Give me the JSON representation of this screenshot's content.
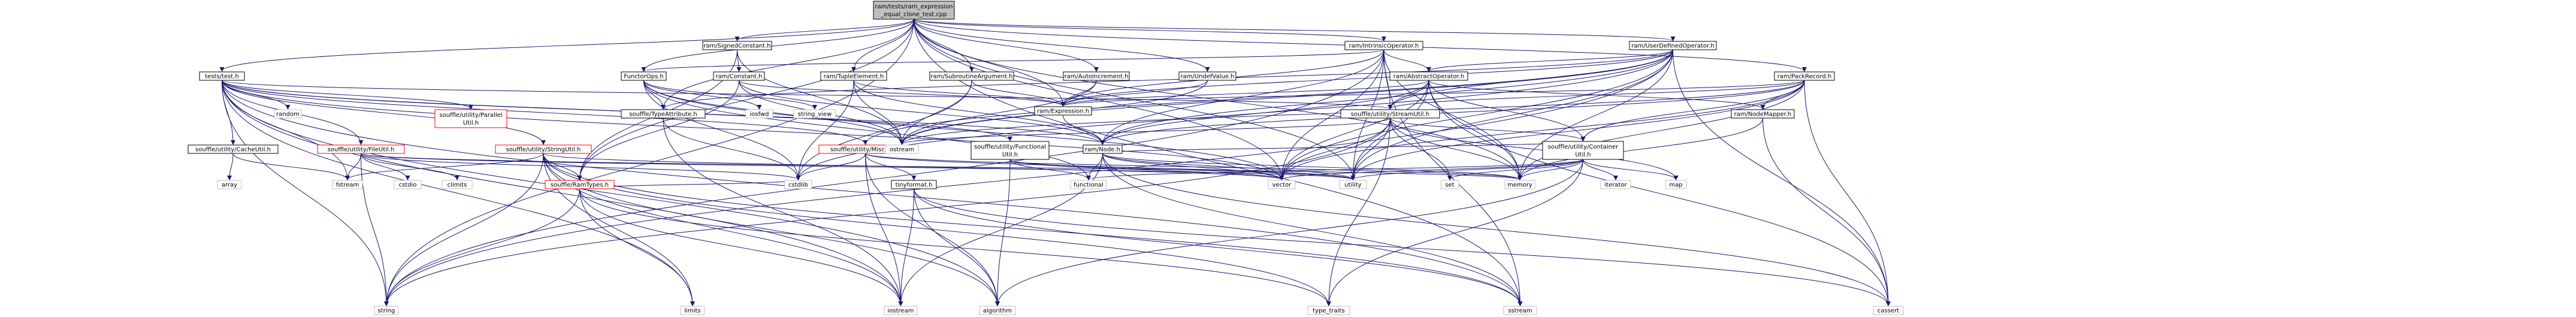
{
  "title": "ram/tests/ram_expression_equal_clone_test.cpp",
  "colors": {
    "edge": "#191970",
    "root_fill": "#bfbfbf",
    "node_border": "#000000",
    "external_border": "#bfbfbf",
    "truncated_border": "#ff0000"
  },
  "nodes": [
    {
      "id": "root",
      "lines": [
        "ram/tests/ram_expression",
        "_equal_clone_test.cpp"
      ],
      "kind": "root"
    },
    {
      "id": "tests_test",
      "lines": [
        "tests/test.h"
      ],
      "kind": "internal"
    },
    {
      "id": "ram_SignedConstant",
      "lines": [
        "ram/SignedConstant.h"
      ],
      "kind": "internal"
    },
    {
      "id": "ram_Constant",
      "lines": [
        "ram/Constant.h"
      ],
      "kind": "internal"
    },
    {
      "id": "FunctorOps",
      "lines": [
        "FunctorOps.h"
      ],
      "kind": "internal"
    },
    {
      "id": "ram_TupleElement",
      "lines": [
        "ram/TupleElement.h"
      ],
      "kind": "internal"
    },
    {
      "id": "ram_SubroutineArgument",
      "lines": [
        "ram/SubroutineArgument.h"
      ],
      "kind": "internal"
    },
    {
      "id": "ram_AutoIncrement",
      "lines": [
        "ram/AutoIncrement.h"
      ],
      "kind": "internal"
    },
    {
      "id": "ram_UndefValue",
      "lines": [
        "ram/UndefValue.h"
      ],
      "kind": "internal"
    },
    {
      "id": "ram_IntrinsicOperator",
      "lines": [
        "ram/IntrinsicOperator.h"
      ],
      "kind": "internal"
    },
    {
      "id": "ram_UserDefinedOperator",
      "lines": [
        "ram/UserDefinedOperator.h"
      ],
      "kind": "internal"
    },
    {
      "id": "ram_AbstractOperator",
      "lines": [
        "ram/AbstractOperator.h"
      ],
      "kind": "internal"
    },
    {
      "id": "ram_PackRecord",
      "lines": [
        "ram/PackRecord.h"
      ],
      "kind": "internal"
    },
    {
      "id": "ram_Expression",
      "lines": [
        "ram/Expression.h"
      ],
      "kind": "internal"
    },
    {
      "id": "ram_Node",
      "lines": [
        "ram/Node.h"
      ],
      "kind": "internal"
    },
    {
      "id": "ram_NodeMapper",
      "lines": [
        "ram/NodeMapper.h"
      ],
      "kind": "internal"
    },
    {
      "id": "souffle_TypeAttribute",
      "lines": [
        "souffle/TypeAttribute.h"
      ],
      "kind": "internal"
    },
    {
      "id": "souffle_StreamUtil",
      "lines": [
        "souffle/utility/StreamUtil.h"
      ],
      "kind": "internal"
    },
    {
      "id": "souffle_ContainerUtil",
      "lines": [
        "souffle/utility/Container",
        "Util.h"
      ],
      "kind": "internal"
    },
    {
      "id": "souffle_MiscUtil",
      "lines": [
        "souffle/utility/MiscUtil.h"
      ],
      "kind": "truncated"
    },
    {
      "id": "souffle_FunctionalUtil",
      "lines": [
        "souffle/utility/Functional",
        "Util.h"
      ],
      "kind": "internal"
    },
    {
      "id": "souffle_StringUtil",
      "lines": [
        "souffle/utility/StringUtil.h"
      ],
      "kind": "truncated"
    },
    {
      "id": "souffle_FileUtil",
      "lines": [
        "souffle/utility/FileUtil.h"
      ],
      "kind": "truncated"
    },
    {
      "id": "souffle_CacheUtil",
      "lines": [
        "souffle/utility/CacheUtil.h"
      ],
      "kind": "internal"
    },
    {
      "id": "souffle_ParallelUtil",
      "lines": [
        "souffle/utility/Parallel",
        "Util.h"
      ],
      "kind": "truncated"
    },
    {
      "id": "souffle_RamTypes",
      "lines": [
        "souffle/RamTypes.h"
      ],
      "kind": "truncated"
    },
    {
      "id": "tinyformat",
      "lines": [
        "tinyformat.h"
      ],
      "kind": "internal"
    },
    {
      "id": "random",
      "lines": [
        "random"
      ],
      "kind": "external"
    },
    {
      "id": "array",
      "lines": [
        "array"
      ],
      "kind": "external"
    },
    {
      "id": "fstream",
      "lines": [
        "fstream"
      ],
      "kind": "external"
    },
    {
      "id": "cstdio",
      "lines": [
        "cstdio"
      ],
      "kind": "external"
    },
    {
      "id": "climits",
      "lines": [
        "climits"
      ],
      "kind": "external"
    },
    {
      "id": "cstdlib",
      "lines": [
        "cstdlib"
      ],
      "kind": "external"
    },
    {
      "id": "iosfwd",
      "lines": [
        "iosfwd"
      ],
      "kind": "external"
    },
    {
      "id": "string_view",
      "lines": [
        "string_view"
      ],
      "kind": "external"
    },
    {
      "id": "ostream",
      "lines": [
        "ostream"
      ],
      "kind": "external"
    },
    {
      "id": "functional",
      "lines": [
        "functional"
      ],
      "kind": "external"
    },
    {
      "id": "vector",
      "lines": [
        "vector"
      ],
      "kind": "external"
    },
    {
      "id": "utility",
      "lines": [
        "utility"
      ],
      "kind": "external"
    },
    {
      "id": "set",
      "lines": [
        "set"
      ],
      "kind": "external"
    },
    {
      "id": "memory",
      "lines": [
        "memory"
      ],
      "kind": "external"
    },
    {
      "id": "iterator",
      "lines": [
        "iterator"
      ],
      "kind": "external"
    },
    {
      "id": "map",
      "lines": [
        "map"
      ],
      "kind": "external"
    },
    {
      "id": "string",
      "lines": [
        "string"
      ],
      "kind": "external"
    },
    {
      "id": "limits",
      "lines": [
        "limits"
      ],
      "kind": "external"
    },
    {
      "id": "iostream",
      "lines": [
        "iostream"
      ],
      "kind": "external"
    },
    {
      "id": "algorithm",
      "lines": [
        "algorithm"
      ],
      "kind": "external"
    },
    {
      "id": "type_traits",
      "lines": [
        "type_traits"
      ],
      "kind": "external"
    },
    {
      "id": "sstream",
      "lines": [
        "sstream"
      ],
      "kind": "external"
    },
    {
      "id": "cassert",
      "lines": [
        "cassert"
      ],
      "kind": "external"
    }
  ],
  "edges": [
    [
      "root",
      "tests_test"
    ],
    [
      "root",
      "ram_SignedConstant"
    ],
    [
      "root",
      "ram_TupleElement"
    ],
    [
      "root",
      "ram_SubroutineArgument"
    ],
    [
      "root",
      "ram_AutoIncrement"
    ],
    [
      "root",
      "ram_UndefValue"
    ],
    [
      "root",
      "ram_IntrinsicOperator"
    ],
    [
      "root",
      "ram_UserDefinedOperator"
    ],
    [
      "root",
      "ram_PackRecord"
    ],
    [
      "root",
      "ram_Expression"
    ],
    [
      "root",
      "FunctorOps"
    ],
    [
      "root",
      "souffle_TypeAttribute"
    ],
    [
      "root",
      "souffle_RamTypes"
    ],
    [
      "root",
      "memory"
    ],
    [
      "root",
      "string"
    ],
    [
      "root",
      "vector"
    ],
    [
      "root",
      "utility"
    ],
    [
      "root",
      "sstream"
    ],
    [
      "tests_test",
      "random"
    ],
    [
      "tests_test",
      "souffle_CacheUtil"
    ],
    [
      "tests_test",
      "souffle_FileUtil"
    ],
    [
      "tests_test",
      "souffle_ParallelUtil"
    ],
    [
      "tests_test",
      "souffle_StringUtil"
    ],
    [
      "tests_test",
      "souffle_MiscUtil"
    ],
    [
      "tests_test",
      "souffle_FunctionalUtil"
    ],
    [
      "tests_test",
      "souffle_StreamUtil"
    ],
    [
      "tests_test",
      "fstream"
    ],
    [
      "tests_test",
      "string"
    ],
    [
      "tests_test",
      "iostream"
    ],
    [
      "tests_test",
      "limits"
    ],
    [
      "tests_test",
      "algorithm"
    ],
    [
      "tests_test",
      "sstream"
    ],
    [
      "tests_test",
      "vector"
    ],
    [
      "tests_test",
      "ram_Node"
    ],
    [
      "souffle_CacheUtil",
      "array"
    ],
    [
      "souffle_CacheUtil",
      "fstream"
    ],
    [
      "souffle_FileUtil",
      "cstdio"
    ],
    [
      "souffle_FileUtil",
      "climits"
    ],
    [
      "souffle_FileUtil",
      "cstdlib"
    ],
    [
      "souffle_FileUtil",
      "fstream"
    ],
    [
      "souffle_FileUtil",
      "string"
    ],
    [
      "souffle_FileUtil",
      "utility"
    ],
    [
      "souffle_FileUtil",
      "memory"
    ],
    [
      "souffle_StringUtil",
      "souffle_RamTypes"
    ],
    [
      "souffle_StringUtil",
      "string"
    ],
    [
      "souffle_StringUtil",
      "limits"
    ],
    [
      "souffle_StringUtil",
      "algorithm"
    ],
    [
      "souffle_StringUtil",
      "fstream"
    ],
    [
      "souffle_StringUtil",
      "iostream"
    ],
    [
      "souffle_StringUtil",
      "type_traits"
    ],
    [
      "souffle_StringUtil",
      "sstream"
    ],
    [
      "souffle_StringUtil",
      "vector"
    ],
    [
      "souffle_RamTypes",
      "limits"
    ],
    [
      "souffle_RamTypes",
      "cstdlib"
    ],
    [
      "souffle_RamTypes",
      "iostream"
    ],
    [
      "souffle_RamTypes",
      "type_traits"
    ],
    [
      "souffle_RamTypes",
      "string"
    ],
    [
      "souffle_MiscUtil",
      "cstdlib"
    ],
    [
      "souffle_MiscUtil",
      "tinyformat"
    ],
    [
      "souffle_MiscUtil",
      "utility"
    ],
    [
      "souffle_MiscUtil",
      "memory"
    ],
    [
      "souffle_MiscUtil",
      "iostream"
    ],
    [
      "souffle_MiscUtil",
      "algorithm"
    ],
    [
      "tinyformat",
      "algorithm"
    ],
    [
      "tinyformat",
      "cassert"
    ],
    [
      "tinyformat",
      "iostream"
    ],
    [
      "tinyformat",
      "sstream"
    ],
    [
      "souffle_FunctionalUtil",
      "functional"
    ],
    [
      "souffle_FunctionalUtil",
      "vector"
    ],
    [
      "souffle_FunctionalUtil",
      "algorithm"
    ],
    [
      "souffle_FunctionalUtil",
      "utility"
    ],
    [
      "souffle_StreamUtil",
      "souffle_ContainerUtil"
    ],
    [
      "souffle_StreamUtil",
      "ostream"
    ],
    [
      "souffle_StreamUtil",
      "set"
    ],
    [
      "souffle_StreamUtil",
      "string"
    ],
    [
      "souffle_StreamUtil",
      "type_traits"
    ],
    [
      "souffle_StreamUtil",
      "utility"
    ],
    [
      "souffle_StreamUtil",
      "vector"
    ],
    [
      "souffle_StreamUtil",
      "memory"
    ],
    [
      "souffle_StreamUtil",
      "map"
    ],
    [
      "souffle_ContainerUtil",
      "memory"
    ],
    [
      "souffle_ContainerUtil",
      "iterator"
    ],
    [
      "souffle_ContainerUtil",
      "map"
    ],
    [
      "souffle_ContainerUtil",
      "type_traits"
    ],
    [
      "souffle_ContainerUtil",
      "utility"
    ],
    [
      "souffle_ContainerUtil",
      "vector"
    ],
    [
      "souffle_ContainerUtil",
      "set"
    ],
    [
      "souffle_ContainerUtil",
      "functional"
    ],
    [
      "souffle_ContainerUtil",
      "algorithm"
    ],
    [
      "ram_SignedConstant",
      "ram_Constant"
    ],
    [
      "ram_SignedConstant",
      "souffle_RamTypes"
    ],
    [
      "ram_SignedConstant",
      "ostream"
    ],
    [
      "ram_Constant",
      "ram_Expression"
    ],
    [
      "ram_Constant",
      "souffle_RamTypes"
    ],
    [
      "ram_Constant",
      "ram_Node"
    ],
    [
      "ram_Constant",
      "ostream"
    ],
    [
      "ram_Expression",
      "ram_Node"
    ],
    [
      "ram_Node",
      "souffle_ContainerUtil"
    ],
    [
      "ram_Node",
      "functional"
    ],
    [
      "ram_Node",
      "vector"
    ],
    [
      "ram_Node",
      "memory"
    ],
    [
      "ram_Node",
      "utility"
    ],
    [
      "ram_Node",
      "cassert"
    ],
    [
      "ram_Node",
      "iostream"
    ],
    [
      "ram_Node",
      "sstream"
    ],
    [
      "ram_TupleElement",
      "ram_Expression"
    ],
    [
      "ram_TupleElement",
      "ram_Node"
    ],
    [
      "ram_TupleElement",
      "ostream"
    ],
    [
      "ram_TupleElement",
      "cstdlib"
    ],
    [
      "ram_SubroutineArgument",
      "ram_Expression"
    ],
    [
      "ram_SubroutineArgument",
      "ostream"
    ],
    [
      "ram_SubroutineArgument",
      "cstdlib"
    ],
    [
      "ram_AutoIncrement",
      "ram_Expression"
    ],
    [
      "ram_AutoIncrement",
      "ostream"
    ],
    [
      "ram_UndefValue",
      "ram_Expression"
    ],
    [
      "ram_UndefValue",
      "ostream"
    ],
    [
      "ram_IntrinsicOperator",
      "FunctorOps"
    ],
    [
      "ram_IntrinsicOperator",
      "ram_AbstractOperator"
    ],
    [
      "ram_IntrinsicOperator",
      "ram_Expression"
    ],
    [
      "ram_IntrinsicOperator",
      "ram_Node"
    ],
    [
      "ram_IntrinsicOperator",
      "souffle_StreamUtil"
    ],
    [
      "ram_IntrinsicOperator",
      "memory"
    ],
    [
      "ram_IntrinsicOperator",
      "sstream"
    ],
    [
      "ram_IntrinsicOperator",
      "string"
    ],
    [
      "ram_IntrinsicOperator",
      "utility"
    ],
    [
      "ram_IntrinsicOperator",
      "vector"
    ],
    [
      "ram_UserDefinedOperator",
      "ram_AbstractOperator"
    ],
    [
      "ram_UserDefinedOperator",
      "ram_Expression"
    ],
    [
      "ram_UserDefinedOperator",
      "ram_Node"
    ],
    [
      "ram_UserDefinedOperator",
      "souffle_TypeAttribute"
    ],
    [
      "ram_UserDefinedOperator",
      "souffle_MiscUtil"
    ],
    [
      "ram_UserDefinedOperator",
      "souffle_StreamUtil"
    ],
    [
      "ram_UserDefinedOperator",
      "cassert"
    ],
    [
      "ram_UserDefinedOperator",
      "cstdlib"
    ],
    [
      "ram_UserDefinedOperator",
      "memory"
    ],
    [
      "ram_UserDefinedOperator",
      "ostream"
    ],
    [
      "ram_UserDefinedOperator",
      "string"
    ],
    [
      "ram_UserDefinedOperator",
      "utility"
    ],
    [
      "ram_UserDefinedOperator",
      "vector"
    ],
    [
      "ram_AbstractOperator",
      "ram_Expression"
    ],
    [
      "ram_AbstractOperator",
      "ram_Node"
    ],
    [
      "ram_AbstractOperator",
      "ram_NodeMapper"
    ],
    [
      "ram_AbstractOperator",
      "souffle_ContainerUtil"
    ],
    [
      "ram_AbstractOperator",
      "souffle_StreamUtil"
    ],
    [
      "ram_AbstractOperator",
      "cassert"
    ],
    [
      "ram_AbstractOperator",
      "memory"
    ],
    [
      "ram_AbstractOperator",
      "utility"
    ],
    [
      "ram_AbstractOperator",
      "vector"
    ],
    [
      "ram_NodeMapper",
      "memory"
    ],
    [
      "ram_NodeMapper",
      "cassert"
    ],
    [
      "ram_PackRecord",
      "ram_Expression"
    ],
    [
      "ram_PackRecord",
      "ram_Node"
    ],
    [
      "ram_PackRecord",
      "ram_NodeMapper"
    ],
    [
      "ram_PackRecord",
      "souffle_ContainerUtil"
    ],
    [
      "ram_PackRecord",
      "souffle_StreamUtil"
    ],
    [
      "ram_PackRecord",
      "cassert"
    ],
    [
      "ram_PackRecord",
      "memory"
    ],
    [
      "ram_PackRecord",
      "ostream"
    ],
    [
      "ram_PackRecord",
      "utility"
    ],
    [
      "ram_PackRecord",
      "vector"
    ],
    [
      "FunctorOps",
      "souffle_TypeAttribute"
    ],
    [
      "FunctorOps",
      "iosfwd"
    ],
    [
      "FunctorOps",
      "string_view"
    ],
    [
      "FunctorOps",
      "vector"
    ],
    [
      "FunctorOps",
      "cstdlib"
    ],
    [
      "FunctorOps",
      "ostream"
    ],
    [
      "FunctorOps",
      "functional"
    ],
    [
      "souffle_TypeAttribute",
      "iostream"
    ],
    [
      "souffle_TypeAttribute",
      "cstdlib"
    ]
  ]
}
